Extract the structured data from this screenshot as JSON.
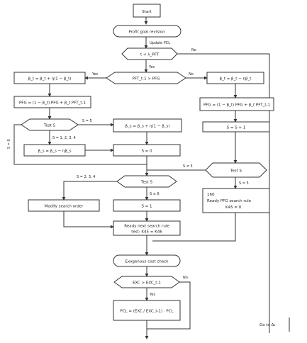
{
  "nodes": {
    "start": "Start",
    "profit_goal": "Profit goal revision",
    "update_pcl": "Update PCL",
    "t_lambda": "t < λ_PFT",
    "pft_check": "PFT_t-1 > PFG",
    "beta_inc_left": "β_t = β_t + η(1 − β_t)",
    "beta_dec_right": "β_t = β_t − ηβ_t",
    "pfg_left": "PFG = (1 − β_t) PFG + β_t PFT_t-1",
    "pfg_right": "PFG = (1 − β_t) PFG + β_t PFT_t-1",
    "test_s_top": "Test S",
    "beta_s_inc": "β_s = β_s + η(1 − β_s)",
    "beta_s_dec": "β_s = β_s − ηβ_s",
    "s_zero": "S = 0",
    "s_plus_one": "S = S + 1",
    "test_s_right": "Test S",
    "ready_pfg": [
      "160",
      "Ready PFG search rule",
      "K45 = 0"
    ],
    "test_s_mid": "Test S",
    "modify_search": "Modify search order",
    "s_one": "S = 1",
    "ready_next": [
      "Ready next search rule",
      "test: K45 = K46"
    ],
    "exo_cost": "Exogenous cost check",
    "exc_check": "EXC > EXC_t-1",
    "pcl_update": [
      "PCL = (EXC / EXC_t-1) · PCL"
    ]
  },
  "edges": {
    "yes": "Yes",
    "no": "No",
    "s_eq5": "S = 5",
    "s_1234": "S = 1, 2, 3, 4",
    "s_0": "S = 0",
    "s_ne5": "S ≠ 5",
    "s_5": "S = 5",
    "s_234": "S = 2, 3, 4",
    "s_le6": "S ≤ 6"
  },
  "goto": "Go to Δ₁"
}
